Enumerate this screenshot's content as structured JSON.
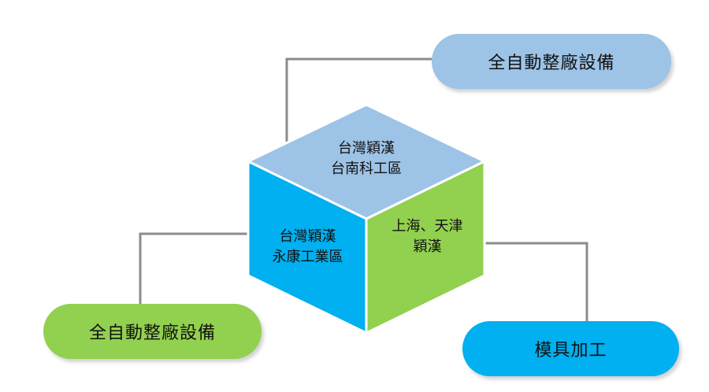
{
  "colors": {
    "light_blue": "#9dc3e6",
    "blue": "#00b0f0",
    "green": "#92d050",
    "connector": "#8c8c8c"
  },
  "cube": {
    "top_face": [
      "台灣穎漢",
      "台南科工區"
    ],
    "left_face": [
      "台灣穎漢",
      "永康工業區"
    ],
    "right_face": [
      "上海、天津",
      "穎漢"
    ]
  },
  "pills": {
    "top_right": "全自動整廠設備",
    "bottom_left": "全自動整廠設備",
    "bottom_right": "模具加工"
  }
}
